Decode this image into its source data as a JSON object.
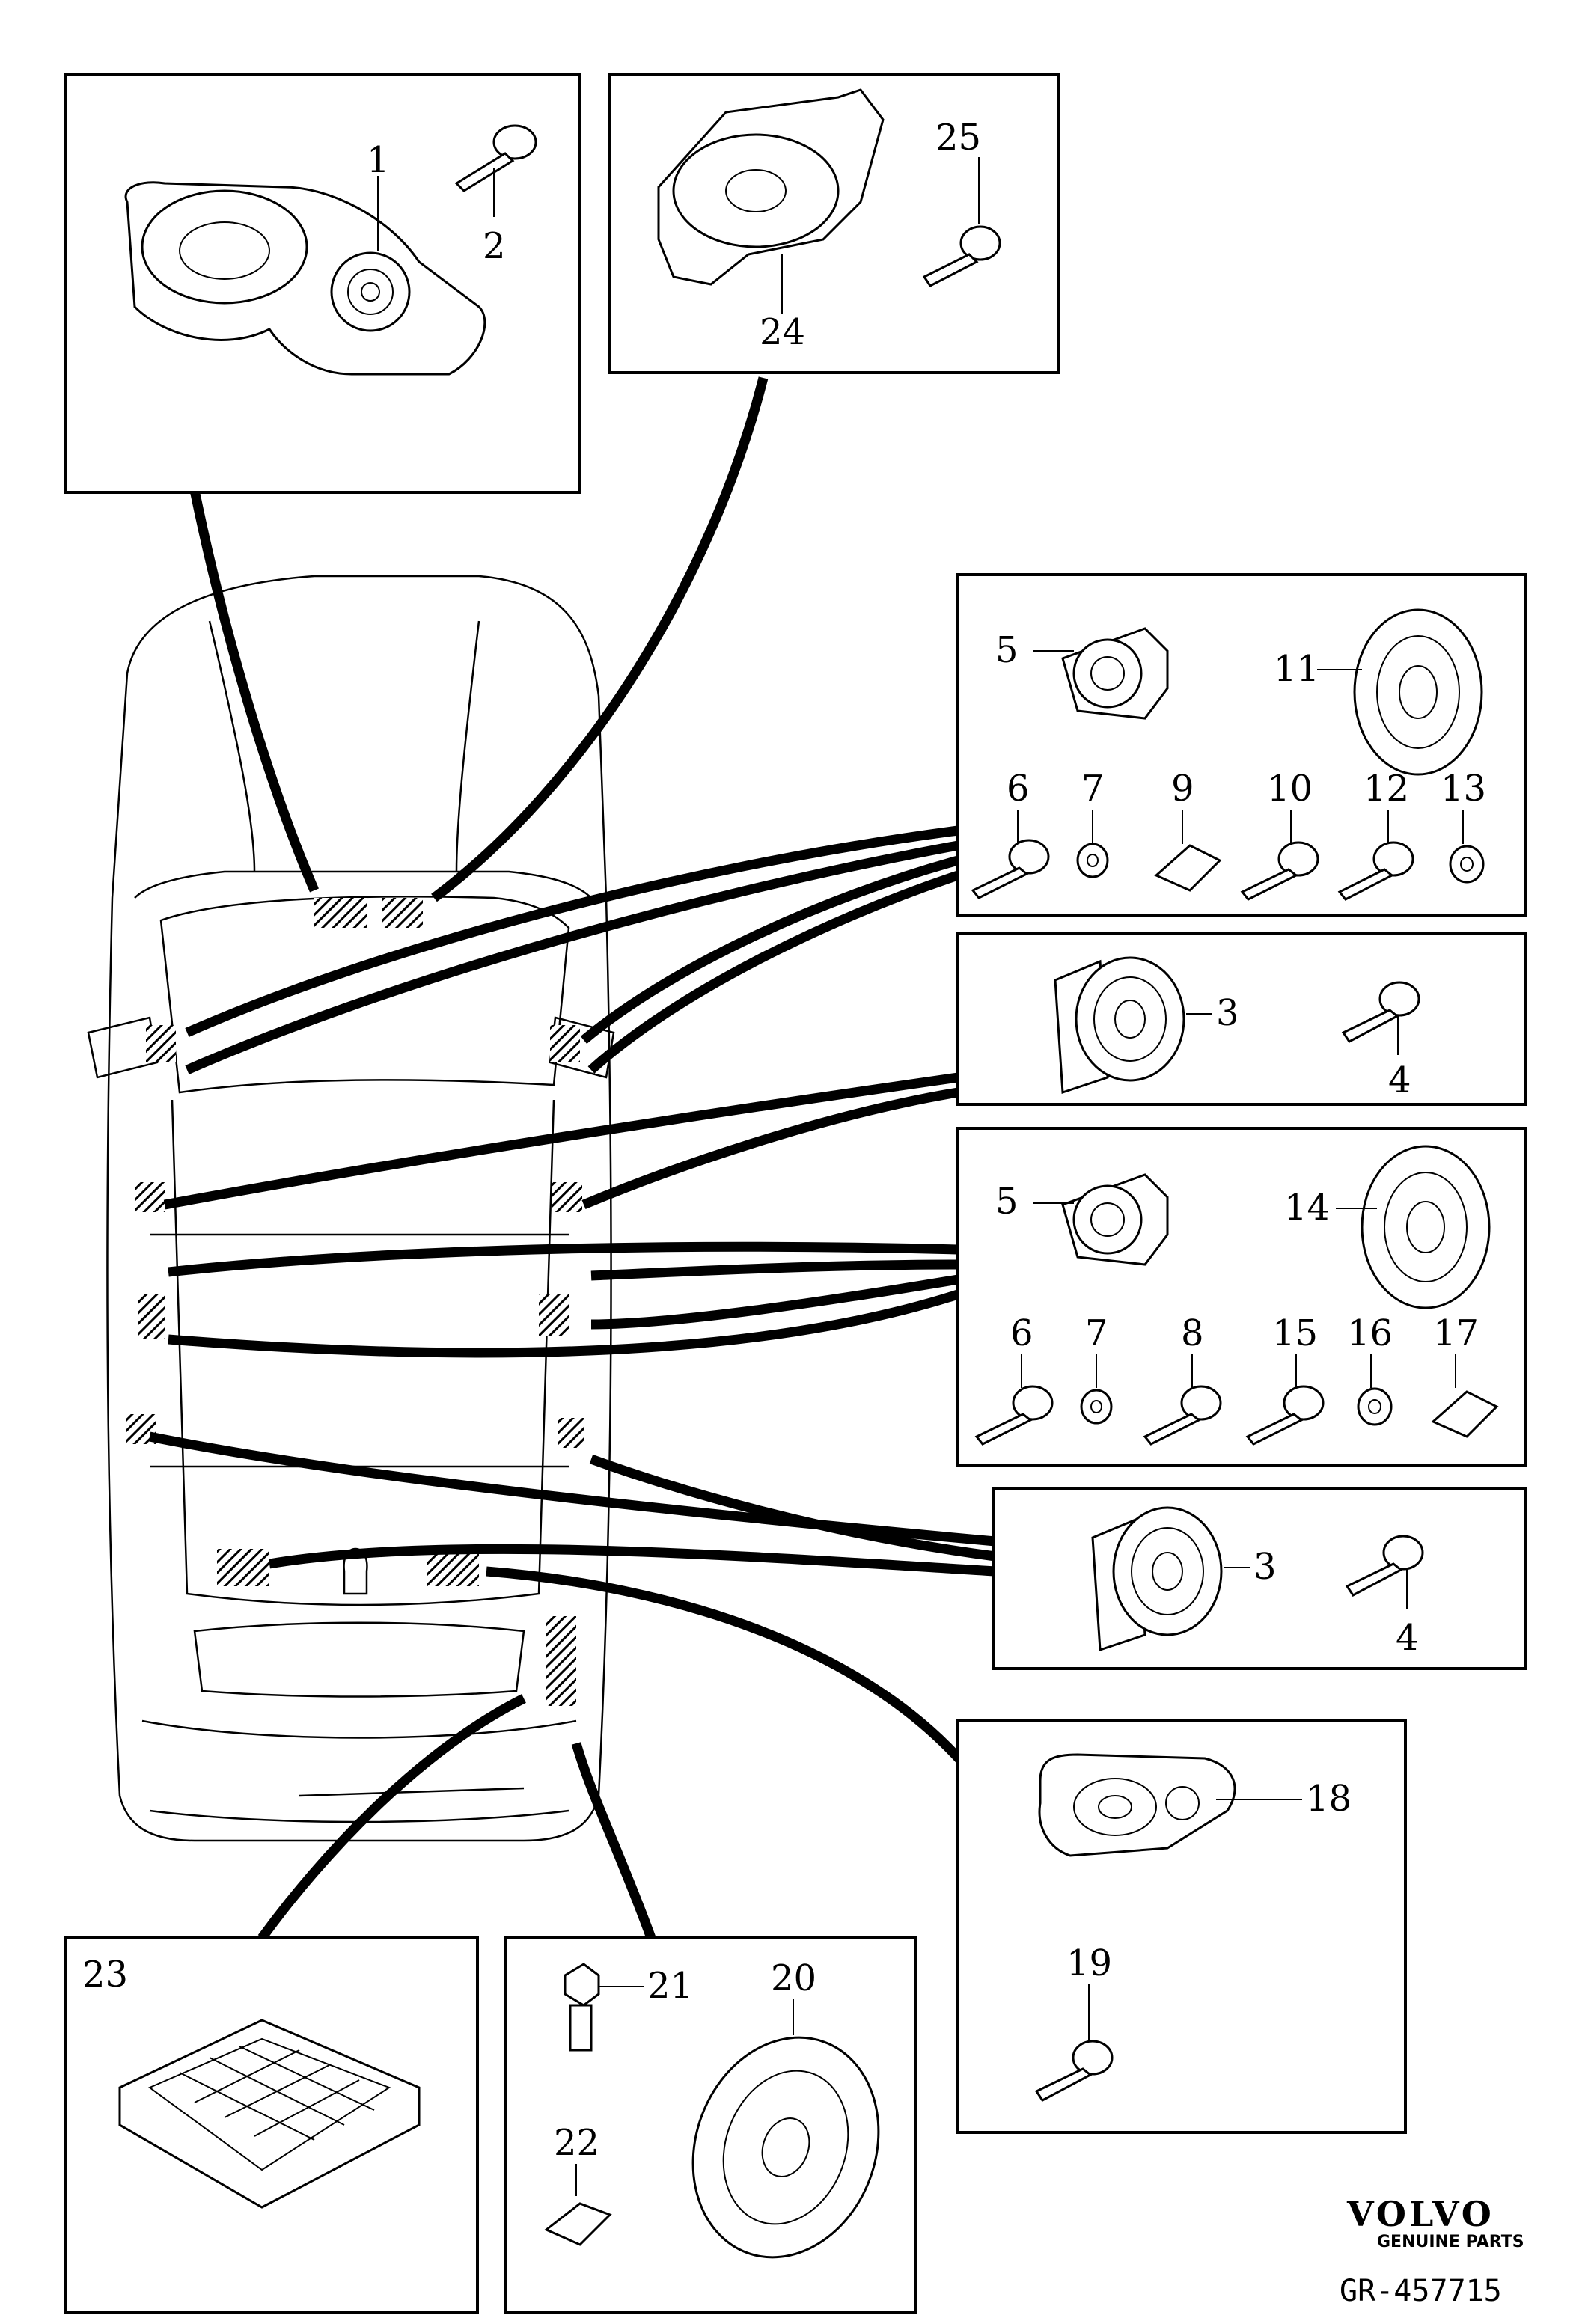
{
  "diagram": {
    "brand": {
      "logo": "VOLVO",
      "tagline": "GENUINE PARTS"
    },
    "reference": "GR-457715",
    "callouts": {
      "p1": "1",
      "p2": "2",
      "p3a": "3",
      "p3b": "3",
      "p4a": "4",
      "p4b": "4",
      "p5a": "5",
      "p5b": "5",
      "p6a": "6",
      "p6b": "6",
      "p7a": "7",
      "p7b": "7",
      "p8": "8",
      "p9": "9",
      "p10": "10",
      "p11": "11",
      "p12": "12",
      "p13": "13",
      "p14": "14",
      "p15": "15",
      "p16": "16",
      "p17": "17",
      "p18": "18",
      "p19": "19",
      "p20": "20",
      "p21": "21",
      "p22": "22",
      "p23": "23",
      "p24": "24",
      "p25": "25"
    }
  }
}
